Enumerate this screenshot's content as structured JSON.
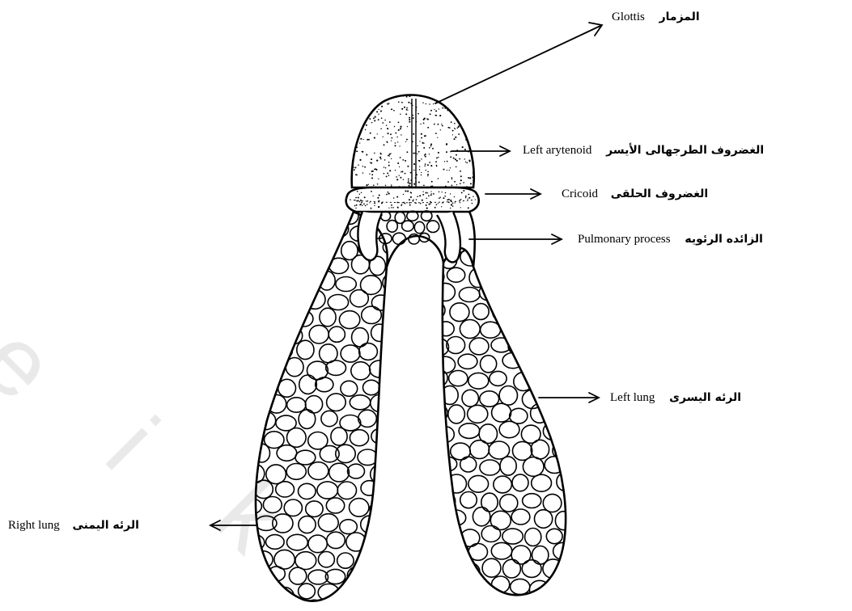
{
  "labels": {
    "glottis": {
      "en": "Glottis",
      "ar": "المزمار"
    },
    "left_arytenoid": {
      "en": "Left arytenoid",
      "ar": "الغضروف الطرجهالى الأيسر"
    },
    "cricoid": {
      "en": "Cricoid",
      "ar": "الغضروف الحلقى"
    },
    "pulmonary_process": {
      "en": "Pulmonary process",
      "ar": "الزائده الرئويه"
    },
    "left_lung": {
      "en": "Left lung",
      "ar": "الرئه اليسرى"
    },
    "right_lung": {
      "en": "Right lung",
      "ar": "الرئه اليمنى"
    }
  },
  "watermark": {
    "letters": [
      "e",
      "i",
      "k"
    ]
  },
  "colors": {
    "line": "#000000",
    "background": "#ffffff",
    "watermark": "#e6e6e6"
  }
}
